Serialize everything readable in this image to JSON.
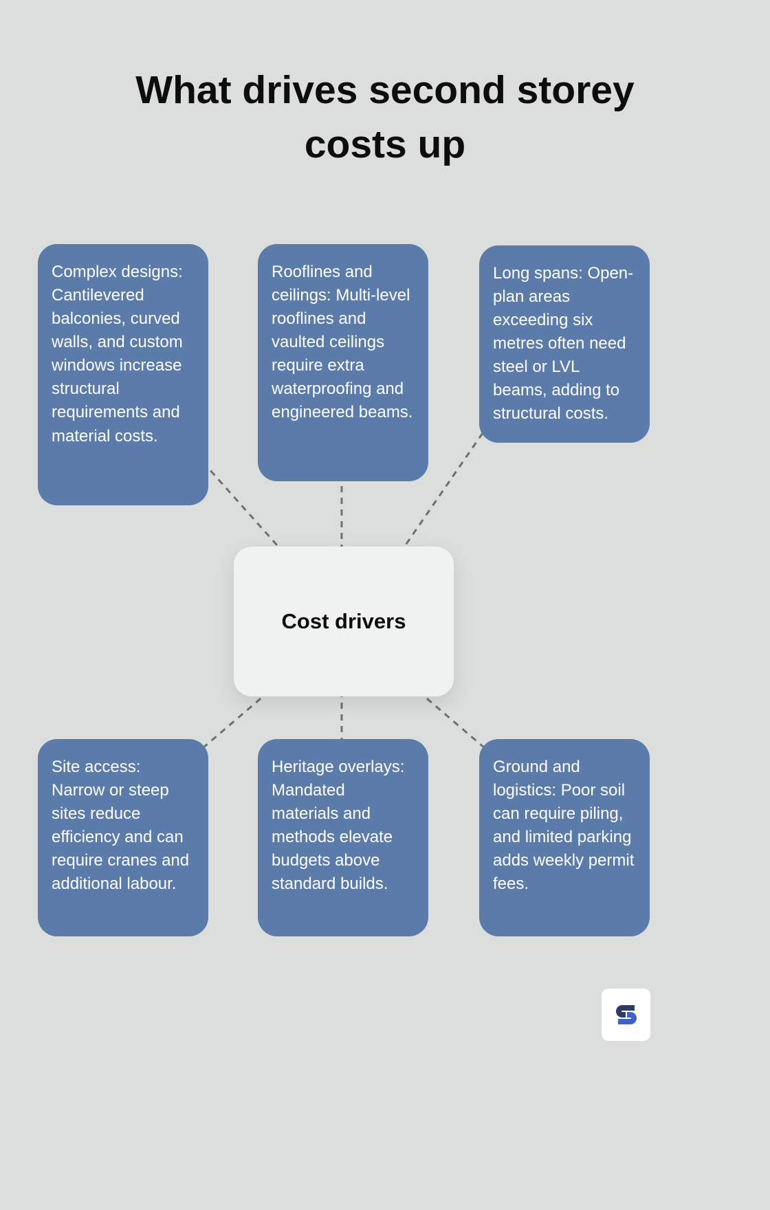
{
  "title": {
    "full": "What drives second storey costs up",
    "line1": "What drives second storey",
    "line2": "costs up"
  },
  "center": {
    "label": "Cost drivers"
  },
  "cards": [
    {
      "id": "complex-designs",
      "text": "Complex designs: Cantilevered balconies, curved walls, and custom windows increase structural requirements and material costs."
    },
    {
      "id": "rooflines-ceilings",
      "text": "Rooflines and ceilings: Multi-level rooflines and vaulted ceilings require extra waterproofing and engineered beams."
    },
    {
      "id": "long-spans",
      "text": "Long spans: Open-plan areas exceeding six metres often need steel or LVL beams, adding to structural costs."
    },
    {
      "id": "site-access",
      "text": "Site access: Narrow or steep sites reduce efficiency and can require cranes and additional labour."
    },
    {
      "id": "heritage-overlays",
      "text": "Heritage overlays: Mandated materials and methods elevate budgets above standard builds."
    },
    {
      "id": "ground-logistics",
      "text": "Ground and logistics: Poor soil can require piling, and limited parking adds weekly permit fees."
    }
  ],
  "icons": {
    "brand_logo": "s-monogram-icon"
  },
  "colors": {
    "background": "#dcdedd",
    "card_bg": "#5b7caa",
    "card_text": "#ffffff",
    "center_bg": "#f0f1f1",
    "connector": "#6f6f6f",
    "title_text": "#0d0d0d",
    "logo_dark": "#2d3c62",
    "logo_blue": "#3e63c8"
  }
}
